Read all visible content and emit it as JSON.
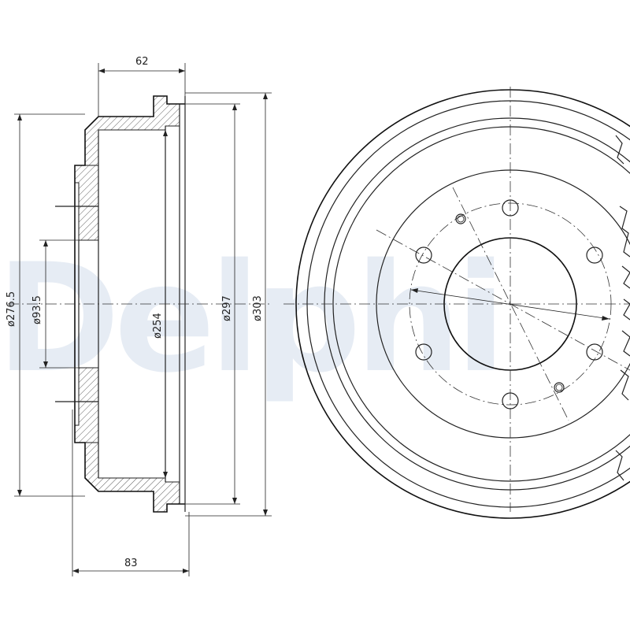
{
  "watermark": {
    "text": "Delphi",
    "color": "#e6ecf4"
  },
  "dimensions": {
    "width_62": "62",
    "width_83": "83",
    "dia_276_5": "ø276.5",
    "dia_93_5": "ø93.5",
    "dia_254": "ø254",
    "dia_297": "ø297",
    "dia_303": "ø303"
  },
  "views": {
    "section": {
      "name": "brake-drum-cross-section"
    },
    "front": {
      "name": "brake-drum-front-view",
      "stud_holes": 6,
      "threaded_holes": 2
    }
  }
}
